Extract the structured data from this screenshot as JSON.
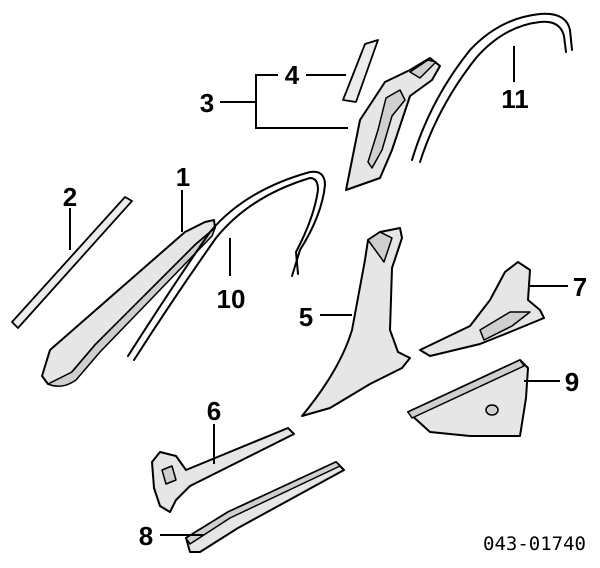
{
  "callouts": {
    "c1": "1",
    "c2": "2",
    "c3": "3",
    "c4": "4",
    "c5": "5",
    "c6": "6",
    "c7": "7",
    "c8": "8",
    "c9": "9",
    "c10": "10",
    "c11": "11"
  },
  "reference_code": "043-01740"
}
